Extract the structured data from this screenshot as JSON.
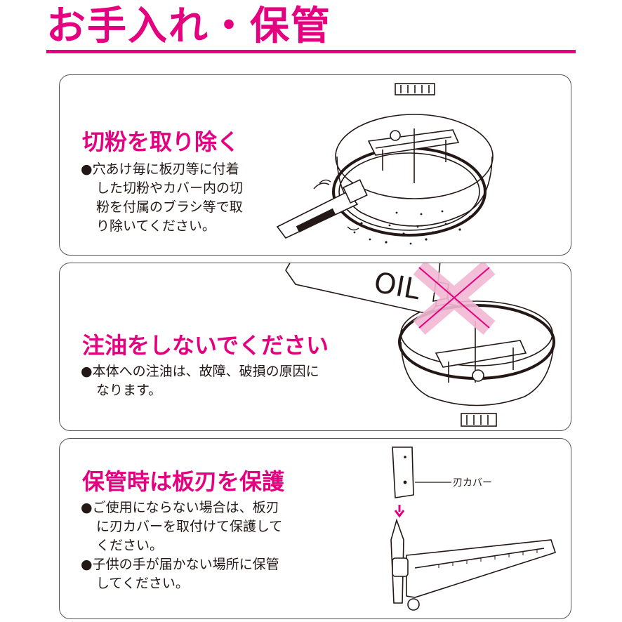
{
  "page": {
    "title": "お手入れ・保管",
    "accent_color": "#e4007f"
  },
  "sections": [
    {
      "heading": "切粉を取り除く",
      "lines": [
        "●穴あけ毎に板刃等に付着",
        "した切粉やカバー内の切",
        "粉を付属のブラシ等で取",
        "り除いてください。"
      ]
    },
    {
      "heading": "注油をしないでください",
      "lines": [
        "●本体への注油は、故障、破損の原因に",
        "なります。"
      ],
      "illustration_text": "OIL"
    },
    {
      "heading": "保管時は板刃を保護",
      "bullets": [
        [
          "●ご使用にならない場合は、板刃",
          "に刃カバーを取付けて保護して",
          "ください。"
        ],
        [
          "●子供の手が届かない場所に保管",
          "してください。"
        ]
      ],
      "callout": "刃カバー"
    }
  ]
}
